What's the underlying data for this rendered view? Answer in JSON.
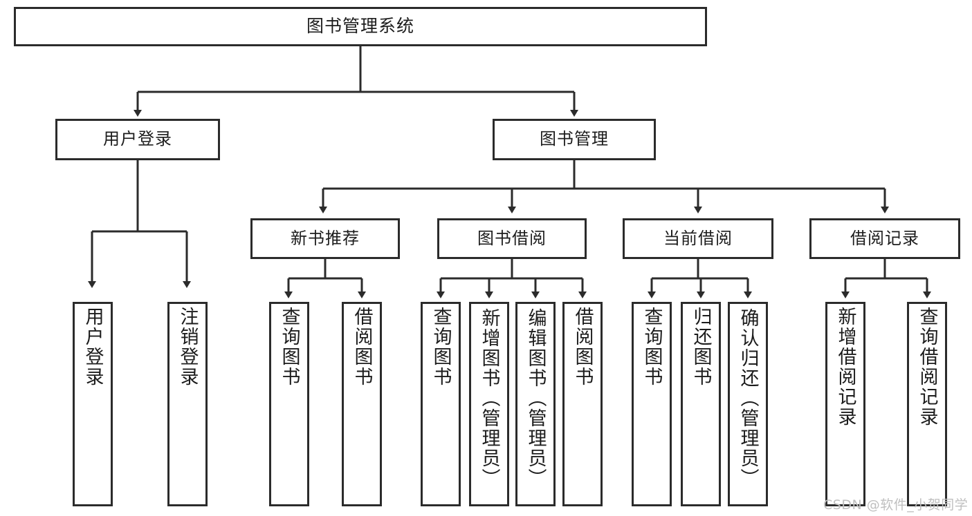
{
  "diagram": {
    "type": "tree",
    "title": "图书管理系统",
    "root": {
      "label": "图书管理系统"
    },
    "level2": [
      {
        "label": "用户登录"
      },
      {
        "label": "图书管理"
      }
    ],
    "level3": [
      {
        "label": "新书推荐"
      },
      {
        "label": "图书借阅"
      },
      {
        "label": "当前借阅"
      },
      {
        "label": "借阅记录"
      }
    ],
    "leaves": {
      "user_login": [
        {
          "label": "用户登录"
        },
        {
          "label": "注销登录"
        }
      ],
      "new_book_recommend": [
        {
          "label": "查询图书"
        },
        {
          "label": "借阅图书"
        }
      ],
      "book_borrow": [
        {
          "label": "查询图书"
        },
        {
          "label": "新增图书（管理员）"
        },
        {
          "label": "编辑图书（管理员）"
        },
        {
          "label": "借阅图书"
        }
      ],
      "current_borrow": [
        {
          "label": "查询图书"
        },
        {
          "label": "归还图书"
        },
        {
          "label": "确认归还（管理员）"
        }
      ],
      "borrow_record": [
        {
          "label": "新增借阅记录"
        },
        {
          "label": "查询借阅记录"
        }
      ]
    }
  },
  "watermark": {
    "text": "CSDN @软件_小贺同学"
  },
  "colors": {
    "stroke": "#2b2b2b",
    "background": "#ffffff",
    "text": "#1c1c1c",
    "watermark": "#bfbfbf"
  }
}
